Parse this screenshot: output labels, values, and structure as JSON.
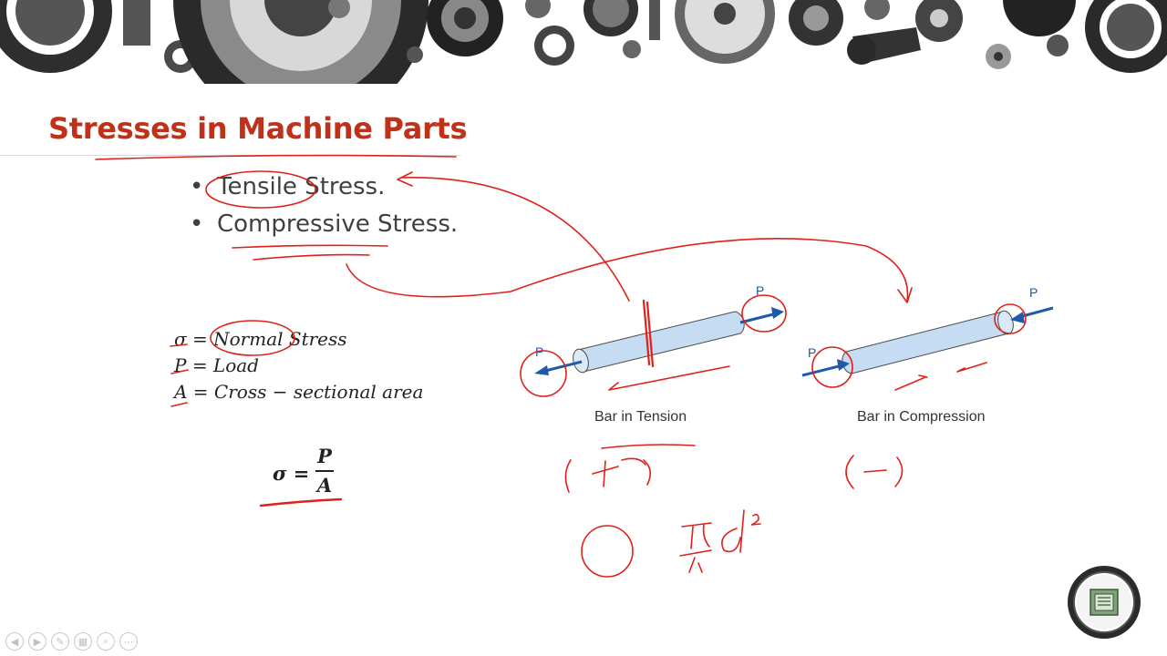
{
  "slide": {
    "title": "Stresses in Machine Parts",
    "bullets": [
      {
        "text": "Tensile Stress."
      },
      {
        "text": "Compressive Stress."
      }
    ],
    "definitions": [
      "σ = Normal Stress",
      "P = Load",
      "A = Cross − sectional area"
    ],
    "formula": {
      "lhs": "σ =",
      "numerator": "P",
      "denominator": "A"
    },
    "figures": [
      {
        "caption": "Bar in Tension",
        "load_label": "P"
      },
      {
        "caption": "Bar in Compression",
        "load_label": "P"
      }
    ]
  },
  "controls": [
    "previous-slide",
    "next-slide",
    "pen",
    "slide-sorter",
    "zoom",
    "more-options"
  ],
  "colors": {
    "title": "#c0311a",
    "annotation_ink": "#e0201a",
    "bar_fill": "#c5dcf2",
    "arrow": "#1f5aa8"
  }
}
